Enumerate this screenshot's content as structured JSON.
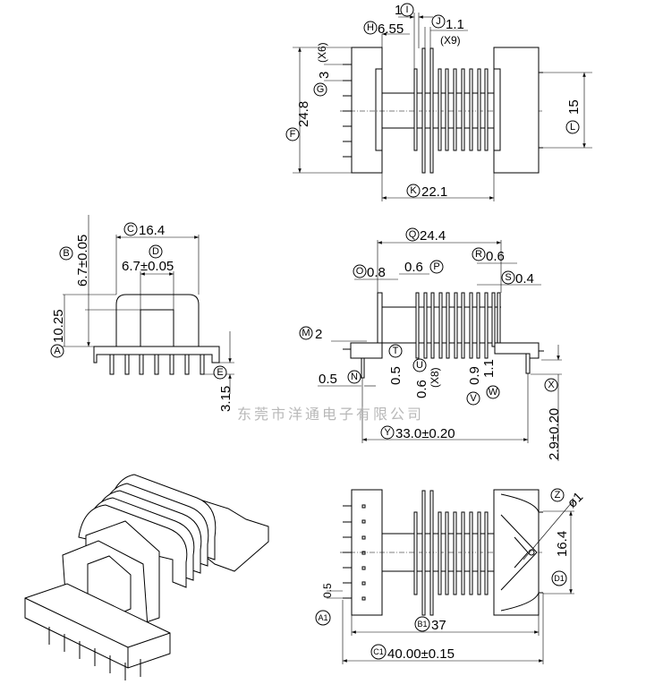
{
  "drawing": {
    "watermark": "东莞市洋通电子有限公司",
    "top_view": {
      "F": {
        "letter": "F",
        "value": "24.8"
      },
      "G": {
        "letter": "G",
        "value": "3",
        "note": "(X6)"
      },
      "H": {
        "letter": "H",
        "value": "6.55"
      },
      "I": {
        "letter": "I",
        "value": "1"
      },
      "J": {
        "letter": "J",
        "value": "1.1",
        "note": "(X9)"
      },
      "K": {
        "letter": "K",
        "value": "22.1"
      },
      "L": {
        "letter": "L",
        "value": "15"
      }
    },
    "front_view": {
      "A": {
        "letter": "A",
        "value": "10.25"
      },
      "B": {
        "letter": "B",
        "value": "6.7±0.05"
      },
      "C": {
        "letter": "C",
        "value": "16.4"
      },
      "D": {
        "letter": "D",
        "value": "6.7±0.05"
      },
      "E": {
        "letter": "E",
        "value": "3.15"
      }
    },
    "side_view": {
      "M": {
        "letter": "M",
        "value": "2"
      },
      "N": {
        "letter": "N",
        "value": "0.5"
      },
      "O": {
        "letter": "O",
        "value": "0.8"
      },
      "P": {
        "letter": "P",
        "value": "0.6"
      },
      "Q": {
        "letter": "Q",
        "value": "24.4"
      },
      "R": {
        "letter": "R",
        "value": "0.6"
      },
      "S": {
        "letter": "S",
        "value": "0.4"
      },
      "T": {
        "letter": "T",
        "value": "0.5"
      },
      "U": {
        "letter": "U",
        "value": "0.6",
        "note": "(X8)"
      },
      "V": {
        "letter": "V",
        "value": "0.9"
      },
      "W": {
        "letter": "W",
        "value": "1.1"
      },
      "X": {
        "letter": "X",
        "value": "2.9±0.20"
      },
      "Y": {
        "letter": "Y",
        "value": "33.0±0.20"
      }
    },
    "bottom_view": {
      "Z": {
        "letter": "Z",
        "value": "ø1"
      },
      "A1": {
        "letter": "A1",
        "value": "0.5"
      },
      "B1": {
        "letter": "B1",
        "value": "37"
      },
      "C1": {
        "letter": "C1",
        "value": "40.00±0.15"
      },
      "D1": {
        "letter": "D1",
        "value": "16.4"
      }
    }
  }
}
